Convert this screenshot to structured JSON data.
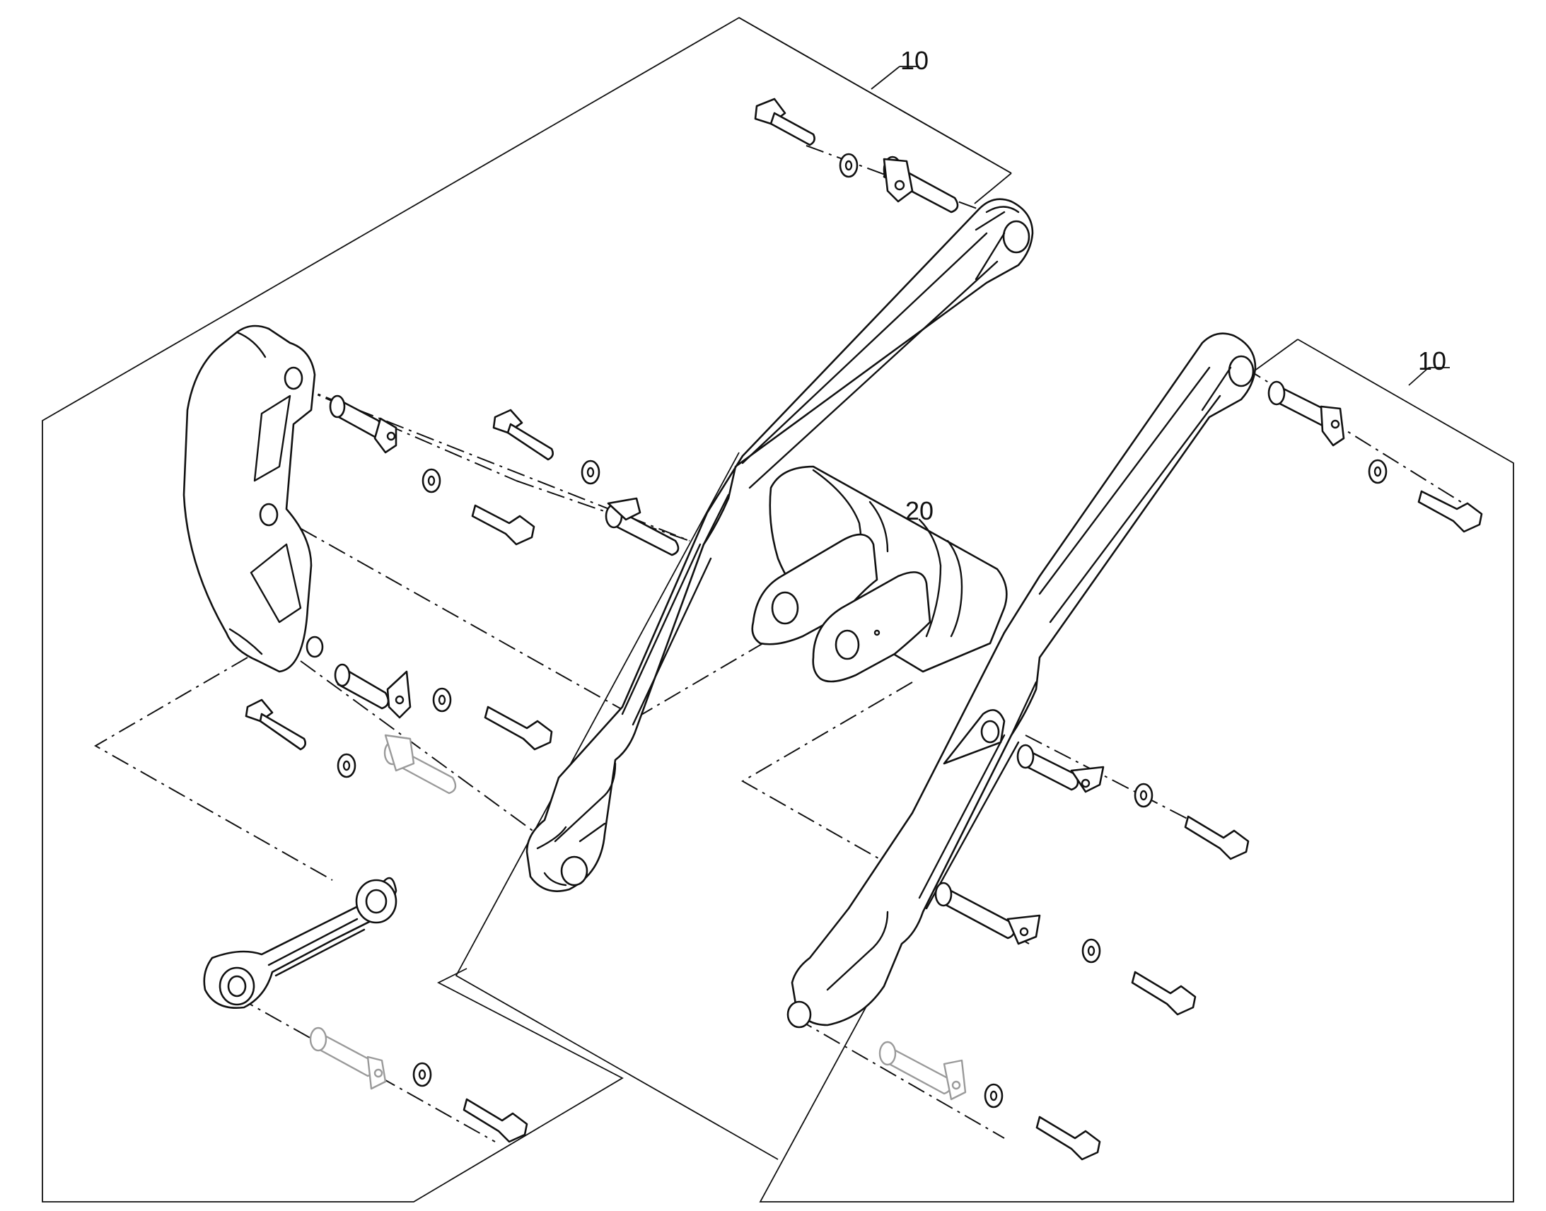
{
  "callouts": {
    "kit_left": "10",
    "kit_right": "10",
    "cross_tube": "20"
  },
  "colors": {
    "line": "#111111",
    "background": "#ffffff",
    "phantom_part": "#9a9a9a"
  }
}
